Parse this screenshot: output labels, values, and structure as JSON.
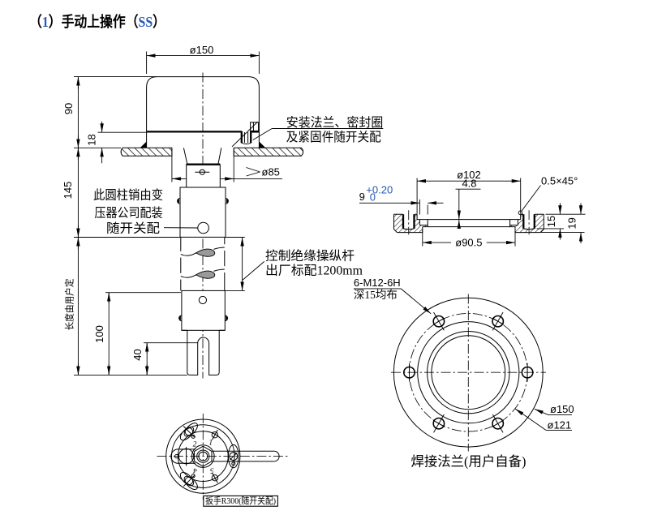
{
  "title": {
    "prefix": "（",
    "num": "1",
    "mid": "）手动上操作（",
    "code": "SS",
    "suffix": "）"
  },
  "colors": {
    "line": "#000000",
    "accent_blue": "#2458b8",
    "break_fill": "#9a9a9a"
  },
  "main_view": {
    "dims": {
      "dia_cap": "ø150",
      "h_cap": "90",
      "h_flange": "18",
      "h_neck": "145",
      "hole_min": "ø85",
      "h_lower": "100",
      "h_fork": "40",
      "user_length": "长度由用户定"
    },
    "notes": {
      "flange_line1": "安装法兰、密封圈",
      "flange_line2": "及紧固件随开关配",
      "pin_line1": "此圆柱销由变",
      "pin_line2": "压器公司配装",
      "pin_line3": "随开关配",
      "rod_line1": "控制绝缘操纵杆",
      "rod_line2": "出厂标配1200mm"
    }
  },
  "section_view": {
    "dims": {
      "dia_recess": "ø102",
      "depth_recess": "4.8",
      "groove_w": "9",
      "groove_tol_up": "+0.20",
      "groove_tol_dn": "0",
      "chamfer": "0.5×45°",
      "th_mid": "15",
      "th_total": "19",
      "dia_spigot": "ø90.5"
    }
  },
  "face_view": {
    "notes": {
      "bolt_line1": "6-M12-6H",
      "bolt_line2": "深15均布"
    },
    "dims": {
      "dia_outer": "ø150",
      "dia_bolt_circle": "ø121"
    },
    "caption": "焊接法兰(用户自备)"
  },
  "wrench_view": {
    "label": "扳手R300(随开关配)",
    "positions": {
      "p1": "1",
      "p2": "2",
      "p4": "4",
      "p5": "5"
    }
  }
}
